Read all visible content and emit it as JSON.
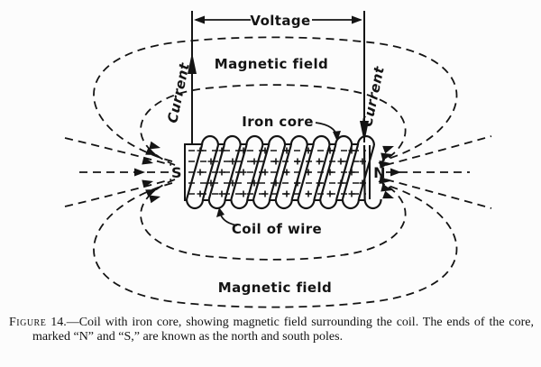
{
  "figure": {
    "labels": {
      "voltage": "Voltage",
      "magnetic_field_top": "Magnetic field",
      "magnetic_field_bottom": "Magnetic field",
      "iron_core": "Iron core",
      "coil_of_wire": "Coil of wire",
      "current_left": "Current",
      "current_right": "Current",
      "pole_south": "S",
      "pole_north": "N"
    },
    "colors": {
      "ink": "#141414",
      "paper": "#fcfcfc"
    }
  },
  "caption": {
    "figure_word": "Figure",
    "body": " 14.—Coil with iron core, showing magnetic field surrounding the coil. The ends of the core, marked “N” and “S,” are known as the north and south poles."
  }
}
